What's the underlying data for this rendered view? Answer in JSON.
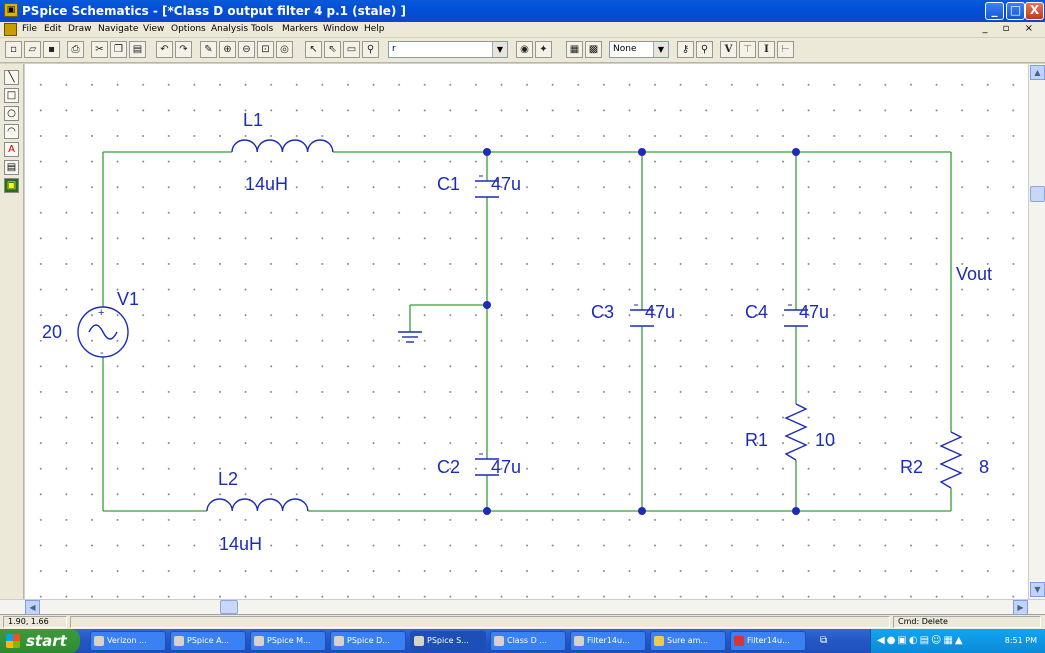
{
  "window": {
    "title": "PSpice Schematics - [*Class D output filter 4  p.1 (stale)  ]",
    "minimize_glyph": "_",
    "maximize_glyph": "□",
    "close_glyph": "X"
  },
  "menu": {
    "items": [
      "File",
      "Edit",
      "Draw",
      "Navigate",
      "View",
      "Options",
      "Analysis",
      "Tools",
      "Markers",
      "Window",
      "Help"
    ],
    "mdi_controls": "_ ▫ ×"
  },
  "toolbar": {
    "part_combo_value": "r",
    "marker_combo_value": "None",
    "icons": [
      "new-icon",
      "open-icon",
      "save-icon",
      "print-icon",
      "cut-icon",
      "copy-icon",
      "paste-icon",
      "undo-icon",
      "redo-icon",
      "redraw-icon",
      "zoom-in-icon",
      "zoom-out-icon",
      "zoom-area-icon",
      "zoom-fit-icon",
      "draw-wire-icon",
      "draw-bus-icon",
      "draw-block-icon",
      "get-part-icon",
      "edit-attributes-icon",
      "edit-symbol-icon",
      "setup-analysis-icon",
      "simulate-icon",
      "enable-bias-icon",
      "voltage-marker-icon",
      "current-marker-icon",
      "probe-icon"
    ],
    "v_label": "V",
    "i_label": "I"
  },
  "palette": {
    "tools": [
      "line-icon",
      "rectangle-icon",
      "circle-icon",
      "arc-icon",
      "text-icon",
      "textbox-icon",
      "image-icon"
    ]
  },
  "schematic": {
    "source": {
      "ref": "V1",
      "value": "20",
      "plus": "+",
      "minus": "-"
    },
    "inductors": [
      {
        "ref": "L1",
        "value": "14uH"
      },
      {
        "ref": "L2",
        "value": "14uH"
      }
    ],
    "capacitors": [
      {
        "ref": "C1",
        "value": "47u"
      },
      {
        "ref": "C2",
        "value": "47u"
      },
      {
        "ref": "C3",
        "value": "47u"
      },
      {
        "ref": "C4",
        "value": "47u"
      }
    ],
    "resistors": [
      {
        "ref": "R1",
        "value": "10"
      },
      {
        "ref": "R2",
        "value": "8"
      }
    ],
    "net_label": "Vout",
    "wire_color": "#33a033",
    "part_color": "#1c2bb8",
    "junction_color": "#1c2bb8"
  },
  "status": {
    "coords": "1.90, 1.66",
    "command": "Cmd: Delete"
  },
  "taskbar": {
    "start_label": "start",
    "tasks": [
      "Verizon ...",
      "PSpice A...",
      "PSpice M...",
      "PSpice D...",
      "PSpice S...",
      "Class D ...",
      "Filter14u...",
      "Sure am...",
      "Filter14u..."
    ],
    "active_task_index": 4,
    "clock": "8:51 PM"
  }
}
